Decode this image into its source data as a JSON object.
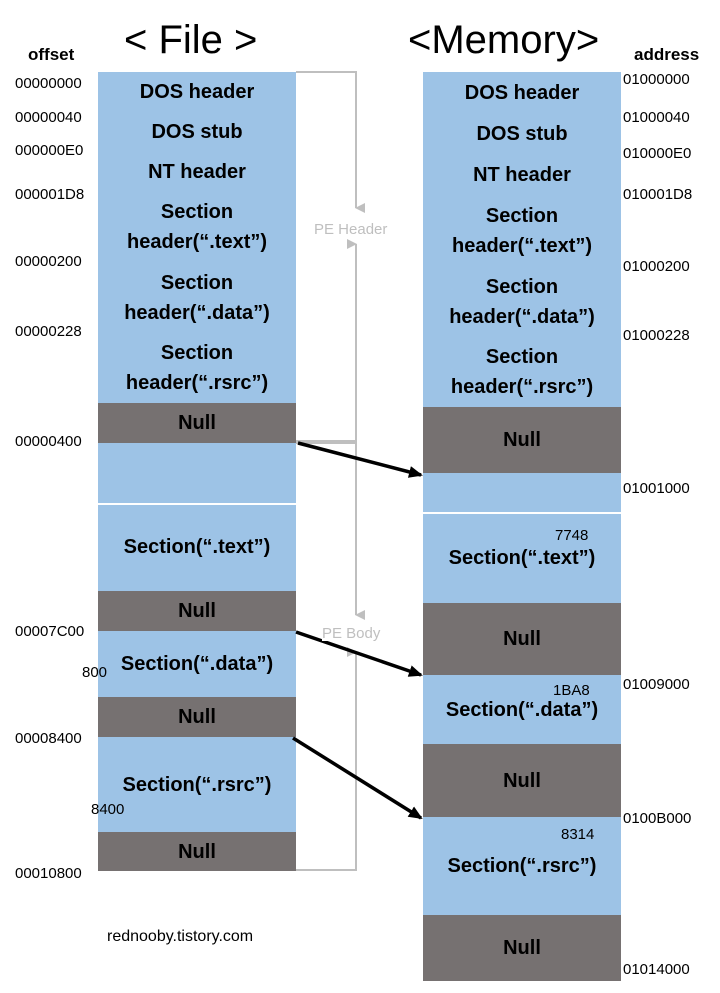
{
  "file": {
    "title": "< File >",
    "column_header": "offset",
    "blocks": [
      {
        "lines": [
          "DOS header"
        ],
        "color": "#9dc3e6"
      },
      {
        "lines": [
          "DOS stub"
        ],
        "color": "#9dc3e6"
      },
      {
        "lines": [
          "NT header"
        ],
        "color": "#9dc3e6"
      },
      {
        "lines": [
          "Section",
          "header(“.text”)"
        ],
        "color": "#9dc3e6"
      },
      {
        "lines": [
          "Section",
          "header(“.data”)"
        ],
        "color": "#9dc3e6"
      },
      {
        "lines": [
          "Section",
          "header(“.rsrc”)"
        ],
        "color": "#9dc3e6"
      },
      {
        "lines": [
          "Null"
        ],
        "color": "#767171"
      },
      {
        "lines": [
          "Section(“.text”)"
        ],
        "color": "#9dc3e6"
      },
      {
        "lines": [
          "Null"
        ],
        "color": "#767171"
      },
      {
        "lines": [
          "Section(“.data”)"
        ],
        "color": "#9dc3e6"
      },
      {
        "lines": [
          "Null"
        ],
        "color": "#767171"
      },
      {
        "lines": [
          "Section(“.rsrc”)"
        ],
        "color": "#9dc3e6"
      },
      {
        "lines": [
          "Null"
        ],
        "color": "#767171"
      }
    ],
    "offsets": [
      "00000000",
      "00000040",
      "000000E0",
      "000001D8",
      "00000200",
      "00000228",
      "00000400",
      "00007C00",
      "00008400",
      "00010800"
    ],
    "sizes": [
      "800",
      "8400"
    ]
  },
  "memory": {
    "title": "<Memory>",
    "column_header": "address",
    "blocks": [
      {
        "lines": [
          "DOS header"
        ],
        "color": "#9dc3e6"
      },
      {
        "lines": [
          "DOS stub"
        ],
        "color": "#9dc3e6"
      },
      {
        "lines": [
          "NT header"
        ],
        "color": "#9dc3e6"
      },
      {
        "lines": [
          "Section",
          "header(“.text”)"
        ],
        "color": "#9dc3e6"
      },
      {
        "lines": [
          "Section",
          "header(“.data”)"
        ],
        "color": "#9dc3e6"
      },
      {
        "lines": [
          "Section",
          "header(“.rsrc”)"
        ],
        "color": "#9dc3e6"
      },
      {
        "lines": [
          "Null"
        ],
        "color": "#767171"
      },
      {
        "lines": [
          "Section(“.text”)"
        ],
        "color": "#9dc3e6"
      },
      {
        "lines": [
          "Null"
        ],
        "color": "#767171"
      },
      {
        "lines": [
          "Section(“.data”)"
        ],
        "color": "#9dc3e6"
      },
      {
        "lines": [
          "Null"
        ],
        "color": "#767171"
      },
      {
        "lines": [
          "Section(“.rsrc”)"
        ],
        "color": "#9dc3e6"
      },
      {
        "lines": [
          "Null"
        ],
        "color": "#767171"
      }
    ],
    "addresses": [
      "01000000",
      "01000040",
      "010000E0",
      "010001D8",
      "01000200",
      "01000228",
      "01001000",
      "01009000",
      "0100B000",
      "01014000"
    ],
    "sizes": [
      "7748",
      "1BA8",
      "8314"
    ]
  },
  "annotations": {
    "pe_header": "PE Header",
    "pe_body": "PE Body"
  },
  "credit": "rednooby.tistory.com",
  "colors": {
    "section": "#9dc3e6",
    "null": "#767171",
    "bracket": "#bfbfbf",
    "arrow": "#000000"
  }
}
